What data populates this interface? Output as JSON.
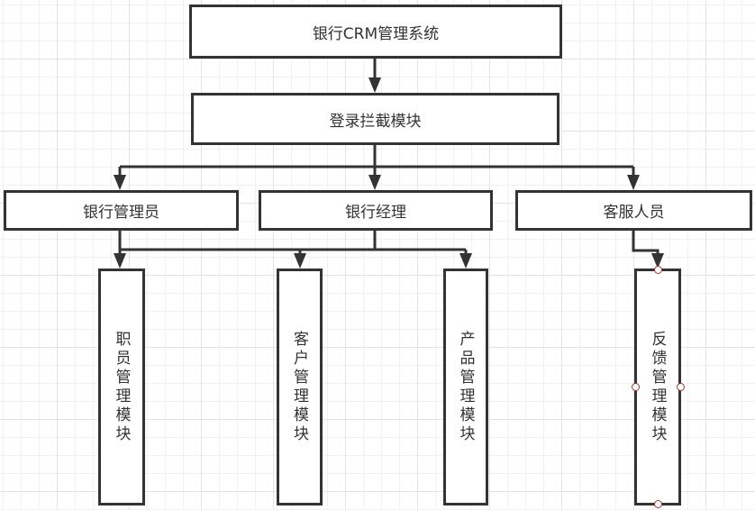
{
  "nodes": {
    "root": "银行CRM管理系统",
    "login": "登录拦截模块",
    "admin": "银行管理员",
    "manager": "银行经理",
    "service": "客服人员",
    "staff_module": "职员管理模块",
    "customer_module": "客户管理模块",
    "product_module": "产品管理模块",
    "feedback_module": "反馈管理模块"
  },
  "colors": {
    "stroke": "#333333",
    "handle": "#b03030"
  }
}
